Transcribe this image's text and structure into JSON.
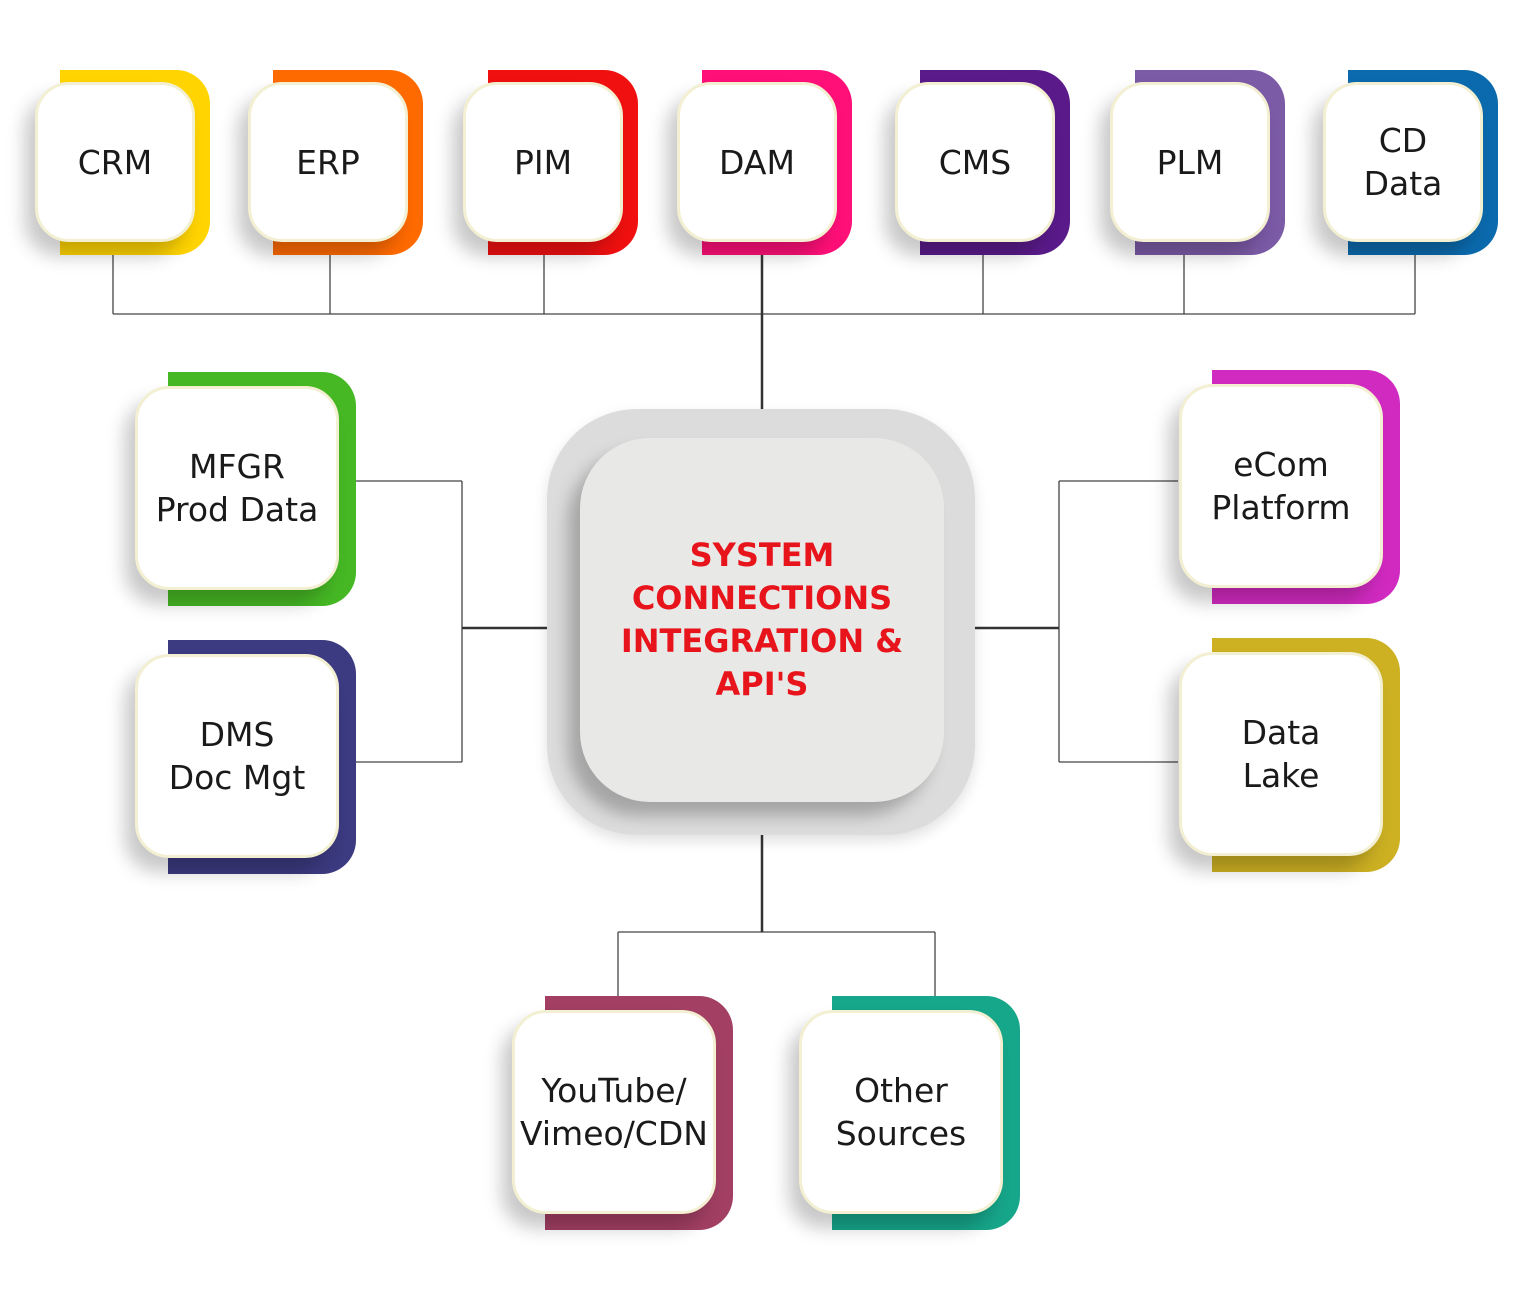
{
  "center": {
    "label": "SYSTEM\nCONNECTIONS\nINTEGRATION &\nAPI'S",
    "color": "#e8141b"
  },
  "top_nodes": [
    {
      "label": "CRM",
      "color": "#ffd400"
    },
    {
      "label": "ERP",
      "color": "#ff6a00"
    },
    {
      "label": "PIM",
      "color": "#f01010"
    },
    {
      "label": "DAM",
      "color": "#ff0f78"
    },
    {
      "label": "CMS",
      "color": "#5a1a8a"
    },
    {
      "label": "PLM",
      "color": "#7b5aa6"
    },
    {
      "label": "CD\nData",
      "color": "#0b6aad"
    }
  ],
  "left_nodes": [
    {
      "label": "MFGR\nProd Data",
      "color": "#46b824"
    },
    {
      "label": "DMS\nDoc Mgt",
      "color": "#3c3a80"
    }
  ],
  "right_nodes": [
    {
      "label": "eCom\nPlatform",
      "color": "#d12ac0"
    },
    {
      "label": "Data\nLake",
      "color": "#cdb123"
    }
  ],
  "bottom_nodes": [
    {
      "label": "YouTube/\nVimeo/CDN",
      "color": "#a23f63"
    },
    {
      "label": "Other\nSources",
      "color": "#16a68a"
    }
  ]
}
